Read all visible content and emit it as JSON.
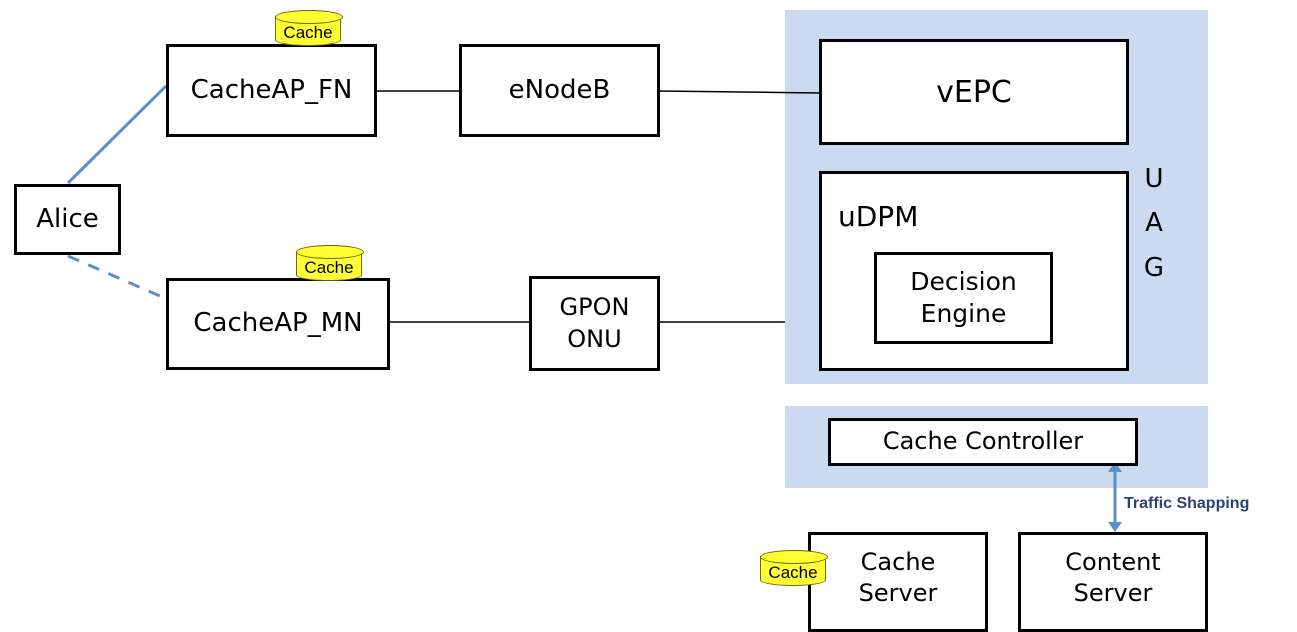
{
  "nodes": {
    "alice": "Alice",
    "cacheap_fn": "CacheAP_FN",
    "cacheap_mn": "CacheAP_MN",
    "enodeb": "eNodeB",
    "gpon_onu": "GPON\nONU",
    "vepc": "vEPC",
    "udpm": "uDPM",
    "decision_engine": "Decision\nEngine",
    "cache_controller": "Cache Controller",
    "cache_server": "Cache\nServer",
    "content_server": "Content\nServer"
  },
  "uag_letters": [
    "U",
    "A",
    "G"
  ],
  "cache_badges": [
    "Cache",
    "Cache",
    "Cache"
  ],
  "traffic_label": "Traffic Shapping",
  "colors": {
    "panel": "#c9daf1",
    "wireless_link": "#5b8fc9",
    "cache_fill": "#ffff33",
    "traffic_text": "#2e4270"
  }
}
